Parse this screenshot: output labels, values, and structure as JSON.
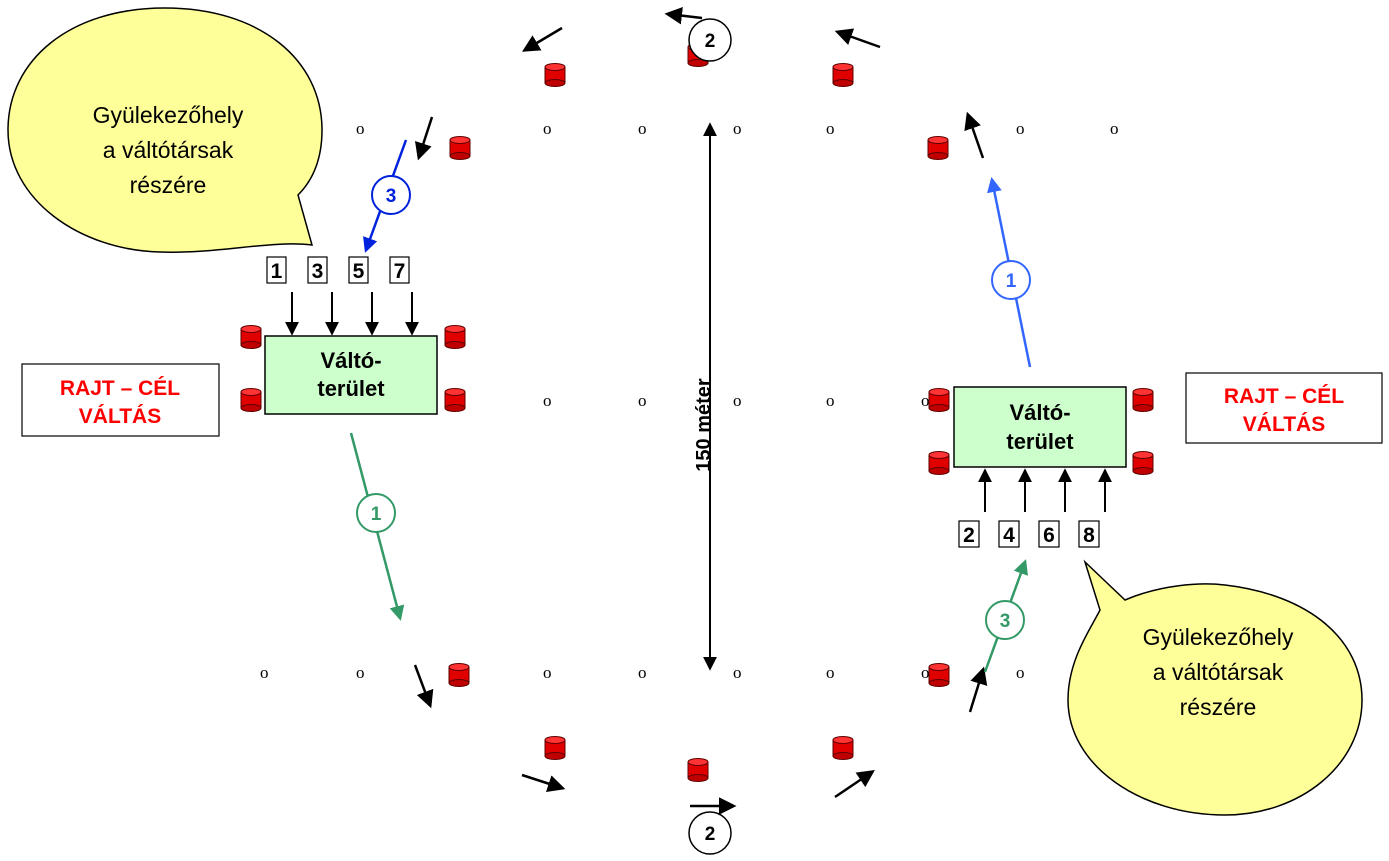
{
  "meeting_point_label_line1": "Gyülekezőhely",
  "meeting_point_label_line2": "a váltótársak",
  "meeting_point_label_line3": "részére",
  "zone_label_line1": "Váltó-",
  "zone_label_line2": "terület",
  "start_finish_line1": "RAJT – CÉL",
  "start_finish_line2": "VÁLTÁS",
  "distance_label": "150 méter",
  "track_marker": "o",
  "left_zone_numbers": [
    "1",
    "3",
    "5",
    "7"
  ],
  "right_zone_numbers": [
    "2",
    "4",
    "6",
    "8"
  ],
  "step_labels": {
    "leg_out": "1",
    "turn": "2",
    "leg_back": "3"
  },
  "colors": {
    "bubble_fill": "#ffff99",
    "zone_fill": "#ccffcc",
    "cone_red": "#e00000",
    "start_red": "#ff0000",
    "blue_arrow": "#3366ff",
    "dark_blue_arrow": "#0022dd",
    "green_arrow": "#339966"
  }
}
